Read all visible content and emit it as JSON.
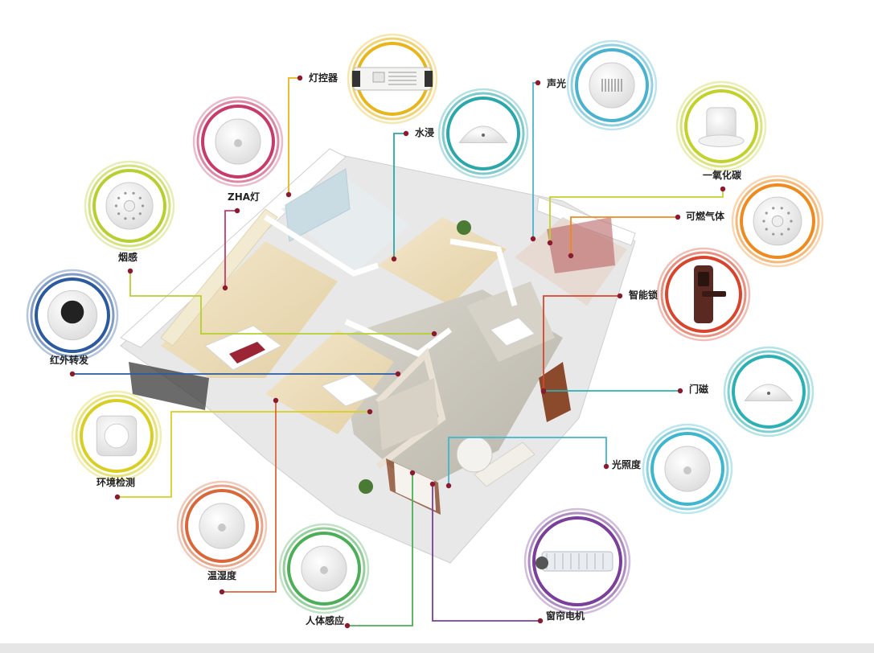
{
  "devices": [
    {
      "id": "lamp-controller",
      "label": "灯控器",
      "color": "#e8b61c",
      "icon": "controller-box-icon"
    },
    {
      "id": "zha-light",
      "label": "ZHA灯",
      "color": "#c73b6b",
      "icon": "dome-light-icon"
    },
    {
      "id": "smoke-sensor",
      "label": "烟感",
      "color": "#b7cf2f",
      "icon": "smoke-detector-icon"
    },
    {
      "id": "ir-forwarder",
      "label": "红外转发",
      "color": "#2c5aa0",
      "icon": "ir-blaster-icon"
    },
    {
      "id": "environment-sensor",
      "label": "环境检测",
      "color": "#d9cf22",
      "icon": "square-sensor-icon"
    },
    {
      "id": "temp-humidity",
      "label": "温湿度",
      "color": "#d8683a",
      "icon": "temp-humidity-sensor-icon"
    },
    {
      "id": "body-sensor",
      "label": "人体感应",
      "color": "#4caf58",
      "icon": "motion-sensor-icon"
    },
    {
      "id": "curtain-motor",
      "label": "窗帘电机",
      "color": "#7a3f9a",
      "icon": "curtain-motor-icon"
    },
    {
      "id": "water-leak",
      "label": "水浸",
      "color": "#2aa7a9",
      "icon": "water-leak-sensor-icon"
    },
    {
      "id": "sound-light",
      "label": "声光",
      "color": "#4ab2cf",
      "icon": "siren-icon"
    },
    {
      "id": "co-sensor",
      "label": "一氧化碳",
      "color": "#c3d12b",
      "icon": "co-detector-icon"
    },
    {
      "id": "gas-sensor",
      "label": "可燃气体",
      "color": "#ef8a1f",
      "icon": "gas-detector-icon"
    },
    {
      "id": "smart-lock",
      "label": "智能锁",
      "color": "#d8452c",
      "icon": "door-lock-icon"
    },
    {
      "id": "door-sensor",
      "label": "门磁",
      "color": "#2bb0b3",
      "icon": "door-contact-icon"
    },
    {
      "id": "illuminance",
      "label": "光照度",
      "color": "#3db6cf",
      "icon": "light-sensor-icon"
    }
  ],
  "colors": {
    "dot": "#8b1a2e",
    "floor": "#efe2c4",
    "wall": "#ffffff",
    "wallShade": "#dcdcdc",
    "tile": "#c9c6bd"
  }
}
